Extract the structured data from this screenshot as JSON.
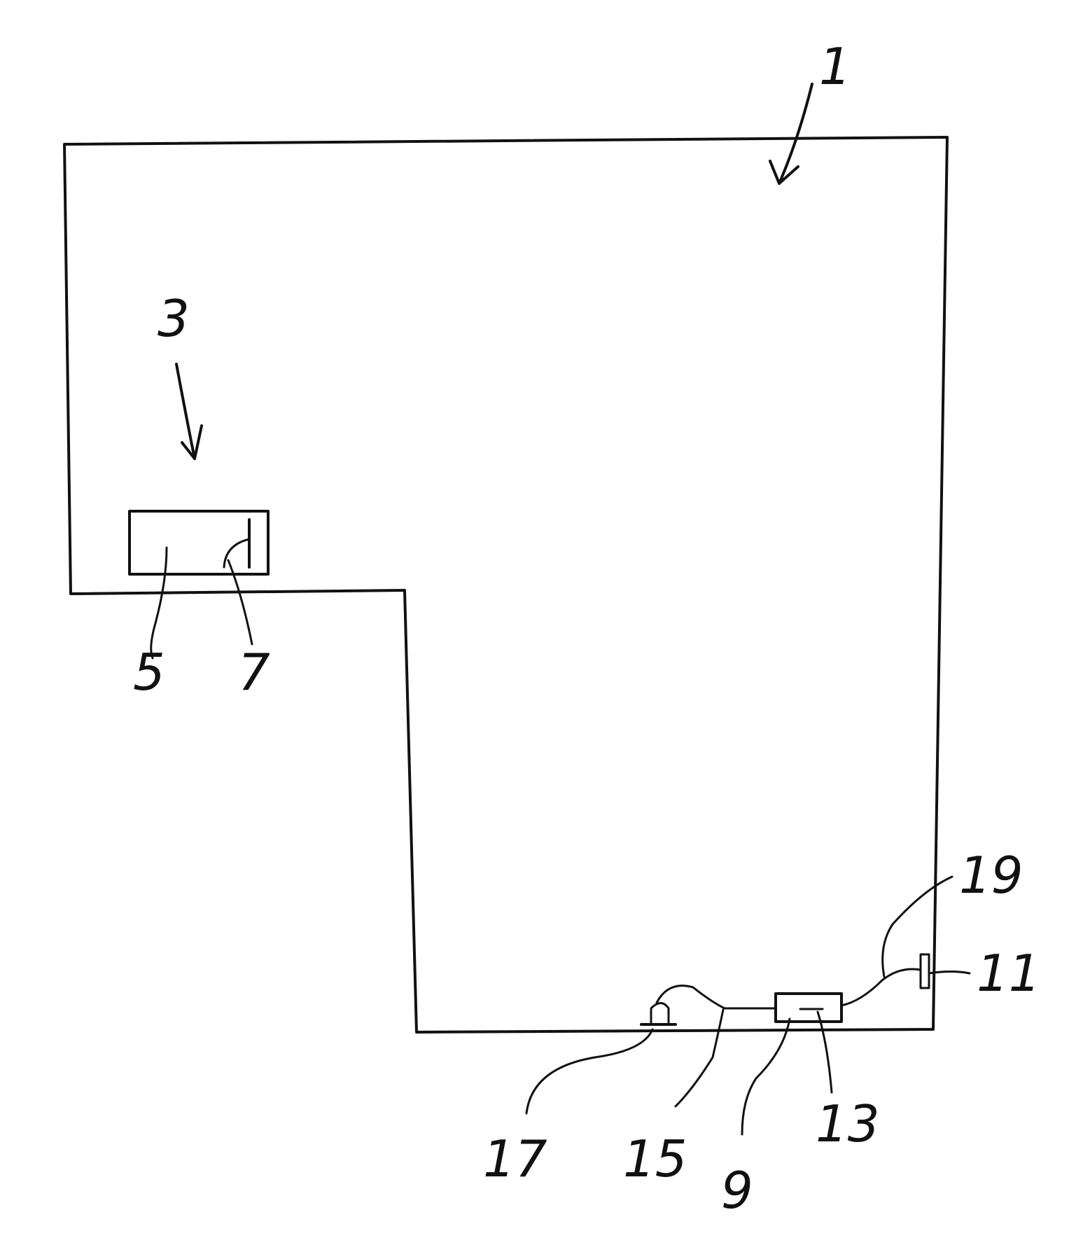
{
  "figure": {
    "labels": {
      "l1": "1",
      "l3": "3",
      "l5": "5",
      "l7": "7",
      "l9": "9",
      "l11": "11",
      "l13": "13",
      "l15": "15",
      "l17": "17",
      "l19": "19"
    }
  }
}
